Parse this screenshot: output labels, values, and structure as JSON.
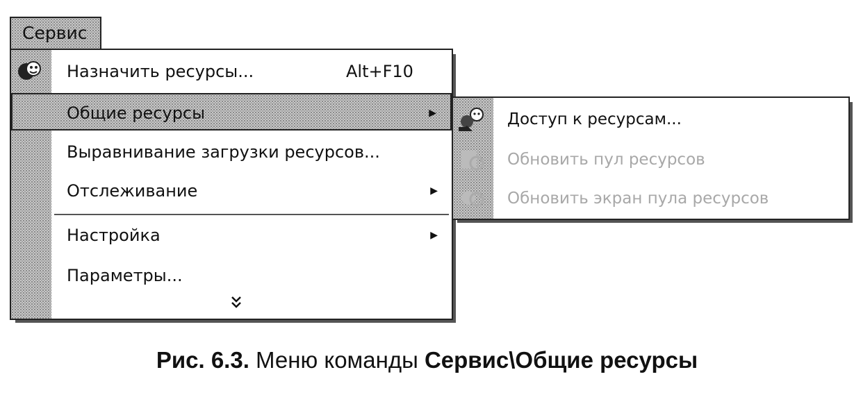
{
  "menubar": {
    "title": "Сервис"
  },
  "main_menu": {
    "items": [
      {
        "label": "Назначить ресурсы...",
        "shortcut": "Alt+F10",
        "icon": "assign-resources-icon"
      },
      {
        "label": "Общие ресурсы",
        "has_submenu": true,
        "highlighted": true
      },
      {
        "label": "Выравнивание загрузки ресурсов..."
      },
      {
        "label": "Отслеживание",
        "has_submenu": true
      },
      {
        "label": "Настройка",
        "has_submenu": true
      },
      {
        "label": "Параметры..."
      }
    ],
    "expand": "»"
  },
  "sub_menu": {
    "items": [
      {
        "label": "Доступ к ресурсам...",
        "enabled": true,
        "icon": "share-resources-icon"
      },
      {
        "label": "Обновить пул ресурсов",
        "enabled": false,
        "icon": "update-pool-icon"
      },
      {
        "label": "Обновить экран пула ресурсов",
        "enabled": false,
        "icon": "refresh-pool-icon"
      }
    ]
  },
  "caption": {
    "fig": "Рис. 6.3.",
    "text": " Меню команды ",
    "path": "Сервис\\Общие ресурсы"
  },
  "colors": {
    "disabled_text": "#a8a8a8",
    "gutter": "#c8c8c8"
  }
}
